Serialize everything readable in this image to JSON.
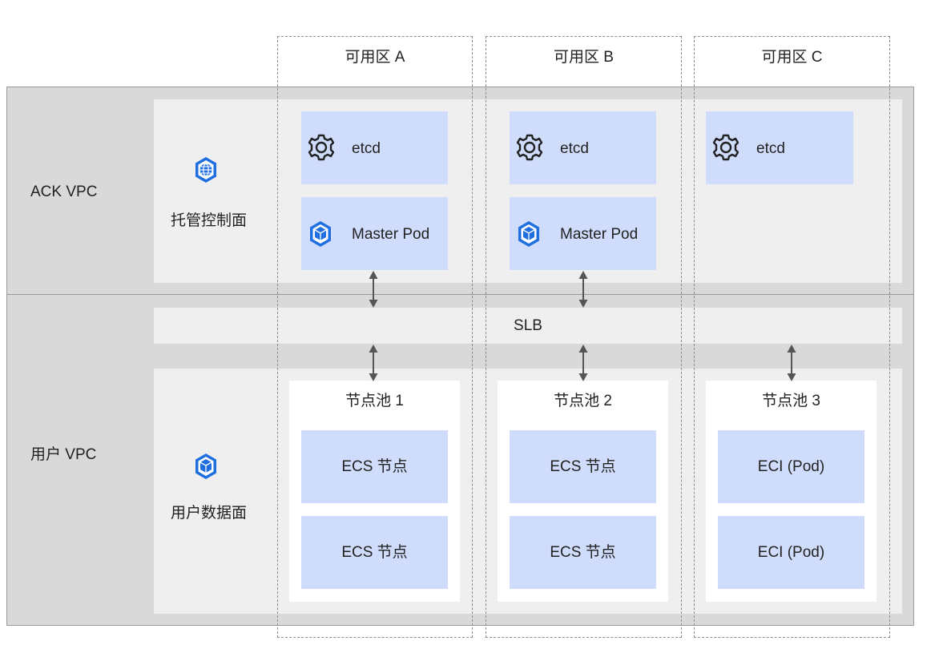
{
  "zones": [
    {
      "label": "可用区 A"
    },
    {
      "label": "可用区 B"
    },
    {
      "label": "可用区 C"
    }
  ],
  "vpcs": {
    "ack": {
      "label": "ACK VPC"
    },
    "user": {
      "label": "用户 VPC"
    }
  },
  "control_plane": {
    "label": "托管控制面",
    "icon": "hexagon-globe-icon",
    "etcd_label": "etcd",
    "etcd_icon": "gear-icon",
    "master_label": "Master Pod",
    "master_icon": "hexagon-cube-icon"
  },
  "slb": {
    "label": "SLB"
  },
  "data_plane": {
    "label": "用户数据面",
    "icon": "hexagon-cube-icon"
  },
  "node_pools": [
    {
      "title": "节点池 1",
      "nodes": [
        "ECS 节点",
        "ECS 节点"
      ]
    },
    {
      "title": "节点池 2",
      "nodes": [
        "ECS 节点",
        "ECS 节点"
      ]
    },
    {
      "title": "节点池 3",
      "nodes": [
        "ECI (Pod)",
        "ECI (Pod)"
      ]
    }
  ],
  "colors": {
    "vpc_bg": "#d9d9d9",
    "plane_bg": "#efefef",
    "component_bg": "#d0dcfb",
    "icon_blue": "#1f6fe0",
    "arrow": "#555555"
  }
}
